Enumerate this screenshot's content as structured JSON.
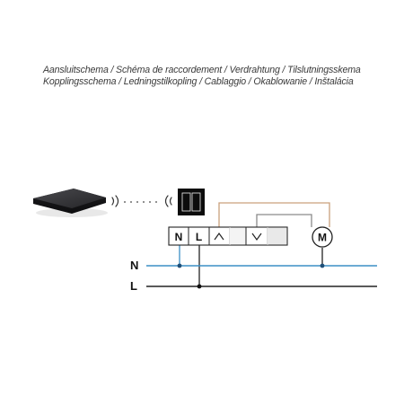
{
  "title": {
    "line1": "Aansluitschema / Schéma de raccordement / Verdrahtung / Tilslutningsskema",
    "line2": "Kopplingsschema / Ledningstilkopling / Cablaggio / Okablowanie / Inštalácia"
  },
  "terminals": {
    "n": "N",
    "l": "L"
  },
  "motor": {
    "label": "M"
  },
  "lines": {
    "n": "N",
    "l": "L"
  },
  "colors": {
    "neutral_wire": "#3b8fc6",
    "live_wire": "#222222",
    "control_wire": "#c9a07c",
    "switch_wire": "#8a8a8a"
  },
  "icons": {
    "hub": "smart-hub-device",
    "wireless": "wireless-signal-icon",
    "switch": "double-wall-switch",
    "up": "chevron-up-icon",
    "down": "chevron-down-icon",
    "motor": "motor-icon"
  }
}
